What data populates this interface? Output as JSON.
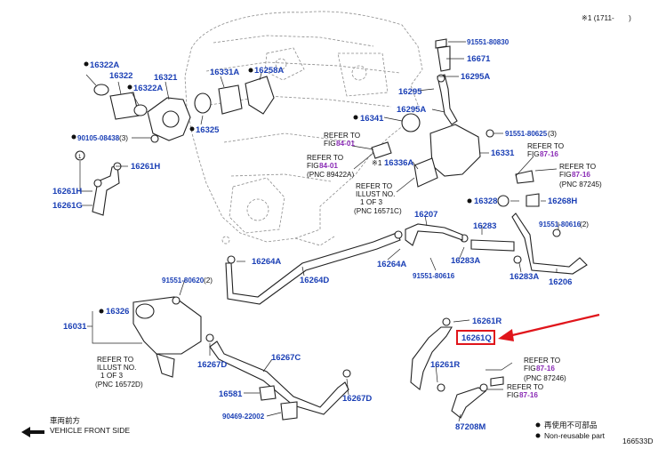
{
  "header": {
    "note": "※1 (1711-　　)"
  },
  "figure_id": "166533D",
  "parts": {
    "p16322A_top": "16322A",
    "p16322": "16322",
    "p16322A_mid": "16322A",
    "p16321": "16321",
    "p16331A": "16331A",
    "p16258A": "16258A",
    "p16325": "16325",
    "p90105": "90105-08438",
    "p90105_qty": "(3)",
    "p16261H_left": "16261H",
    "p16261H_right": "16261H",
    "p16261G": "16261G",
    "p91551_80830": "91551-80830",
    "p16671": "16671",
    "p16295A_top": "16295A",
    "p16295": "16295",
    "p16341": "16341",
    "p16295A_mid": "16295A",
    "p91551_80625": "91551-80625",
    "p91551_80625_qty": "(3)",
    "p16336A": "16336A",
    "p16331": "16331",
    "p16328": "16328",
    "p16268H": "16268H",
    "p16207": "16207",
    "p16283": "16283",
    "p91551_80616_right": "91551-80616",
    "p91551_80616_right_qty": "(2)",
    "p16264A_left": "16264A",
    "p16264A_mid": "16264A",
    "p16283A_mid": "16283A",
    "p16283A_right": "16283A",
    "p91551_80616_mid": "91551-80616",
    "p16206": "16206",
    "p16264D": "16264D",
    "p91551_80620": "91551-80620",
    "p91551_80620_qty": "(2)",
    "p16326": "16326",
    "p16031": "16031",
    "p16261R_top": "16261R",
    "p16261Q": "16261Q",
    "p16261R_mid": "16261R",
    "p16267D_left": "16267D",
    "p16267C": "16267C",
    "p16581": "16581",
    "p16267D_mid": "16267D",
    "p90469": "90469-22002",
    "p87208M": "87208M",
    "p_star1": "※1"
  },
  "refs": {
    "fig84_a": {
      "line1": "REFER TO",
      "line2": "FIG",
      "num": "84-01"
    },
    "fig84_b": {
      "line1": "REFER TO",
      "line2": "FIG",
      "num": "84-01",
      "pnc": "(PNC 89422A)"
    },
    "illust_a": {
      "line1": "REFER TO",
      "line2": "ILLUST NO.",
      "line3": "1 OF 3",
      "pnc": "(PNC 16571C)"
    },
    "fig87_a": {
      "line1": "REFER TO",
      "line2": "FIG",
      "num": "87-16"
    },
    "fig87_b": {
      "line1": "REFER TO",
      "line2": "FIG",
      "num": "87-16",
      "pnc": "(PNC 87245)"
    },
    "illust_b": {
      "line1": "REFER TO",
      "line2": "ILLUST NO.",
      "line3": "1 OF 3",
      "pnc": "(PNC 16572D)"
    },
    "fig87_c": {
      "line1": "REFER TO",
      "line2": "FIG",
      "num": "87-16",
      "pnc": "(PNC 87246)"
    },
    "fig87_d": {
      "line1": "REFER TO",
      "line2": "FIG",
      "num": "87-16"
    }
  },
  "legend": {
    "reuse_jp": "再使用不可部品",
    "reuse_en": "Non-reusable part",
    "front_jp": "車両前方",
    "front_en": "VEHICLE FRONT SIDE"
  },
  "colors": {
    "part_label": "#1a3fb5",
    "ref_number": "#8a2bb5",
    "highlight": "#e0151b"
  }
}
